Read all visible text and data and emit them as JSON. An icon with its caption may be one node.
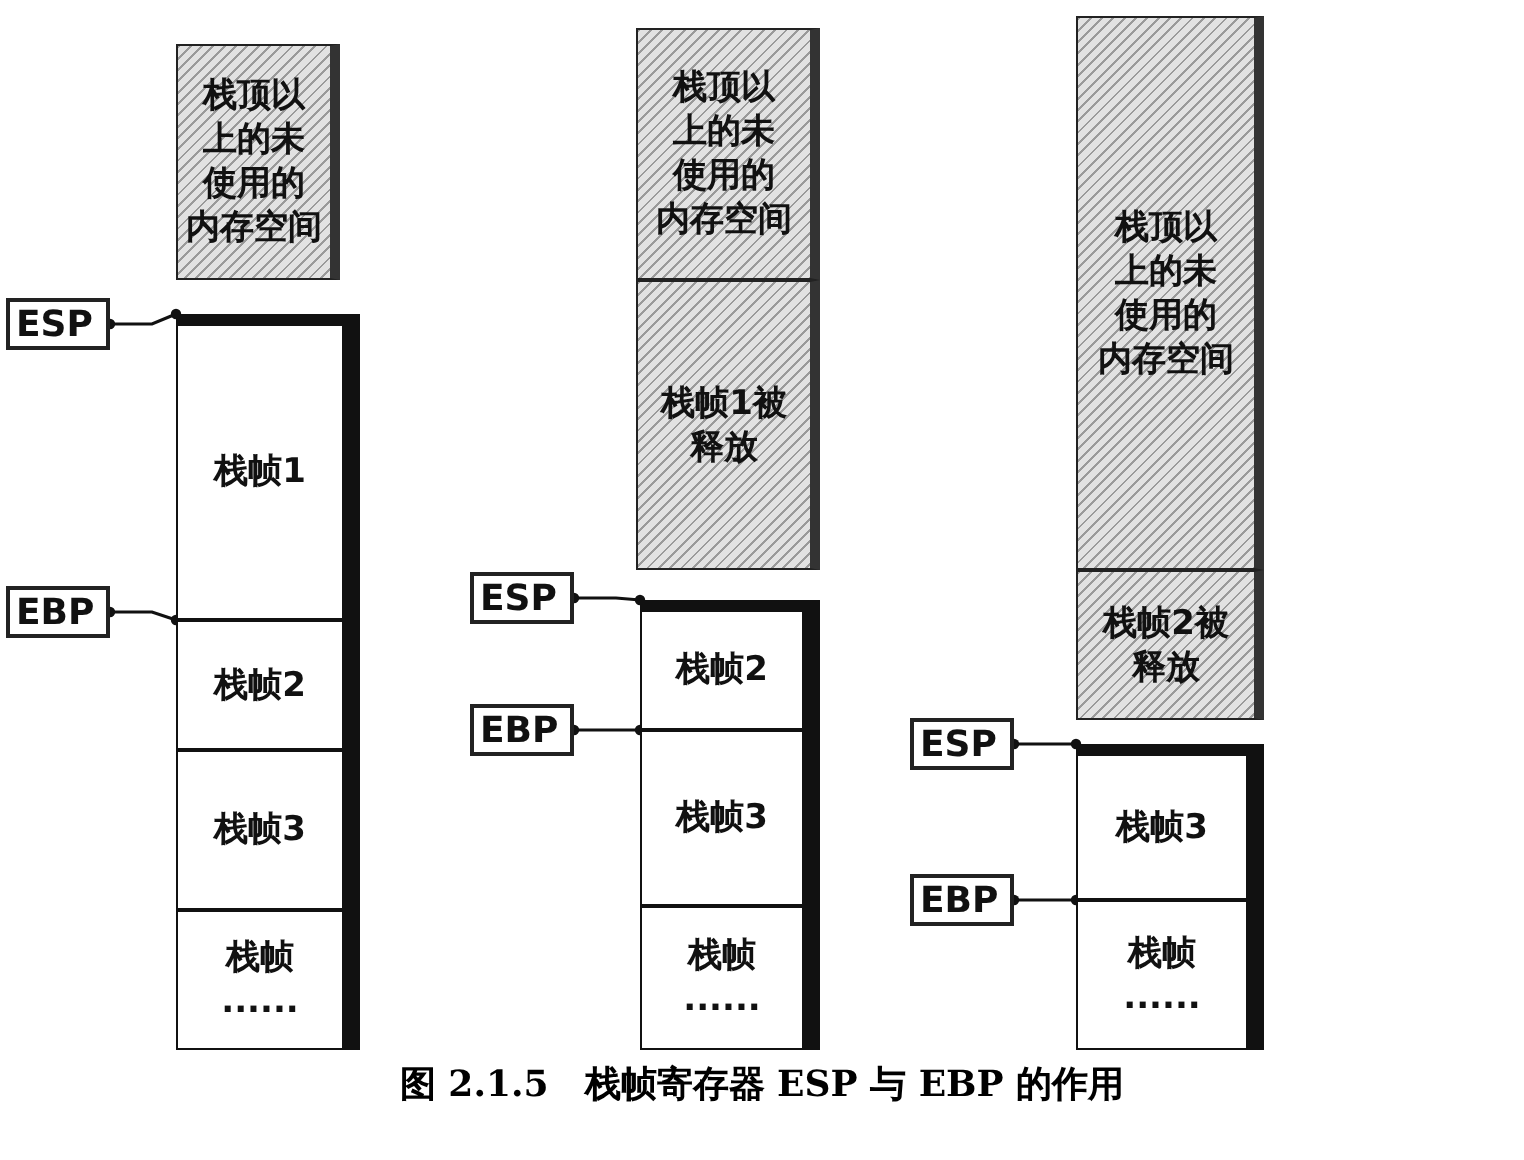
{
  "diagram": {
    "caption": "图 2.1.5　栈帧寄存器 ESP 与 EBP 的作用",
    "nodes": [
      {
        "text": [
          "栈顶以上的未使用的内存空间"
        ]
      },
      {
        "text": [
          "栈帧1"
        ]
      },
      {
        "text": [
          "栈帧2"
        ]
      },
      {
        "text": [
          "栈帧3"
        ]
      },
      {
        "text": [
          "栈帧",
          "......"
        ]
      },
      {
        "text": [
          "ESP"
        ]
      },
      {
        "text": [
          "EBP"
        ]
      },
      {
        "text": [
          "栈顶以上的未使用的内存空间"
        ]
      },
      {
        "text": [
          "栈帧1被释放"
        ]
      },
      {
        "text": [
          "栈帧2"
        ]
      },
      {
        "text": [
          "栈帧3"
        ]
      },
      {
        "text": [
          "栈帧",
          "......"
        ]
      },
      {
        "text": [
          "ESP"
        ]
      },
      {
        "text": [
          "EBP"
        ]
      },
      {
        "text": [
          "栈顶以上的未使用的内存空间"
        ]
      },
      {
        "text": [
          "栈帧2被释放"
        ]
      },
      {
        "text": [
          "栈帧3"
        ]
      },
      {
        "text": [
          "栈帧",
          "......"
        ]
      },
      {
        "text": [
          "ESP"
        ]
      },
      {
        "text": [
          "EBP"
        ]
      }
    ],
    "edges": [
      {
        "from": 5,
        "to": 1,
        "arrow": "other"
      },
      {
        "from": 6,
        "to": 1,
        "arrow": "other"
      },
      {
        "from": 12,
        "to": 9,
        "arrow": "other"
      },
      {
        "from": 13,
        "to": 9,
        "arrow": "other"
      },
      {
        "from": 18,
        "to": 16,
        "arrow": "other"
      },
      {
        "from": 19,
        "to": 16,
        "arrow": "other"
      }
    ]
  }
}
